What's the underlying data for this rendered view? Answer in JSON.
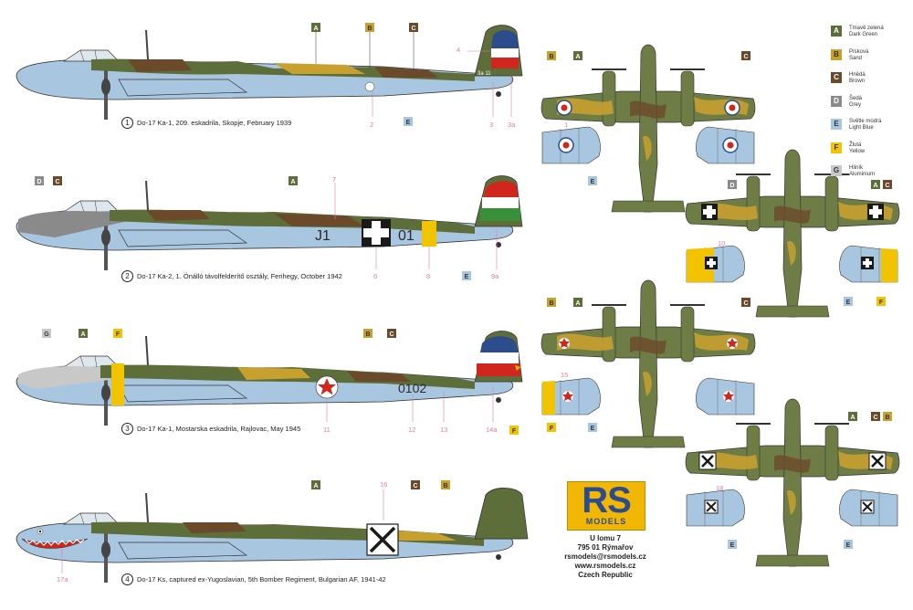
{
  "colors": {
    "dark_green": "#5d6e3a",
    "sand": "#c8a030",
    "brown": "#6b4a2b",
    "grey": "#8a8a8a",
    "light_blue": "#a9c6e0",
    "yellow": "#f2c300",
    "aluminium": "#c8c8c8",
    "white": "#ffffff",
    "black": "#1a1a1a",
    "red": "#d0261d",
    "hun_green": "#3a8f3a"
  },
  "legend": [
    {
      "code": "A",
      "line1": "Tmavě zelená",
      "line2": "Dark Green"
    },
    {
      "code": "B",
      "line1": "Písková",
      "line2": "Sand"
    },
    {
      "code": "C",
      "line1": "Hnědá",
      "line2": "Brown"
    },
    {
      "code": "D",
      "line1": "Šedá",
      "line2": "Grey"
    },
    {
      "code": "E",
      "line1": "Světle modrá",
      "line2": "Light Blue"
    },
    {
      "code": "F",
      "line1": "Žlutá",
      "line2": "Yellow"
    },
    {
      "code": "G",
      "line1": "Hliník",
      "line2": "Aluminium"
    }
  ],
  "profiles": [
    {
      "num": "1",
      "caption": "Do-17 Ka-1, 209. eskadrila, Skopje, February 1939",
      "tail_code": "3a 11"
    },
    {
      "num": "2",
      "caption": "Do-17 Ka-2, 1. Önálló távolfelderítő osztály, Ferihegy, October 1942",
      "code_left": "J1",
      "code_right": "01"
    },
    {
      "num": "3",
      "caption": "Do-17 Ka-1, Mostarska eskadrila, Rajlovac, May 1945",
      "serial": "0102"
    },
    {
      "num": "4",
      "caption": "Do-17 Ks, captured ex-Yugoslavian, 5th Bomber Regiment, Bulgarian AF, 1941-42"
    }
  ],
  "callouts": {
    "p1": [
      "4",
      "2",
      "3",
      "3a"
    ],
    "p2": [
      "7",
      "6",
      "8",
      "9a"
    ],
    "p3": [
      "11",
      "12",
      "13",
      "14a"
    ],
    "p4": [
      "16",
      "17a"
    ],
    "top": [
      "1",
      "10",
      "15",
      "18"
    ]
  },
  "company": {
    "logo_main": "RS",
    "logo_sub": "MODELS",
    "street": "U lomu 7",
    "city": "795 01 Rýmařov",
    "email": "rsmodels@rsmodels.cz",
    "web": "www.rsmodels.cz",
    "country": "Czech Republic"
  }
}
